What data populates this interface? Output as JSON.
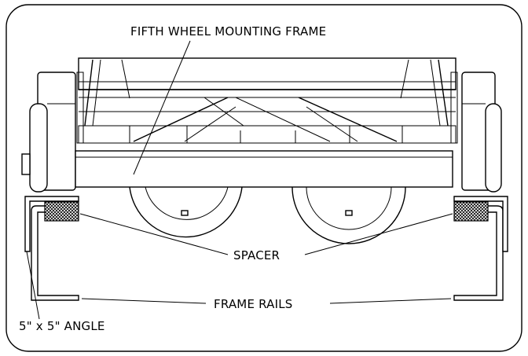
{
  "diagram": {
    "labels": {
      "top": "FIFTH WHEEL MOUNTING FRAME",
      "spacer": "SPACER",
      "rails": "FRAME RAILS",
      "angle": "5\" x 5\" ANGLE"
    }
  }
}
